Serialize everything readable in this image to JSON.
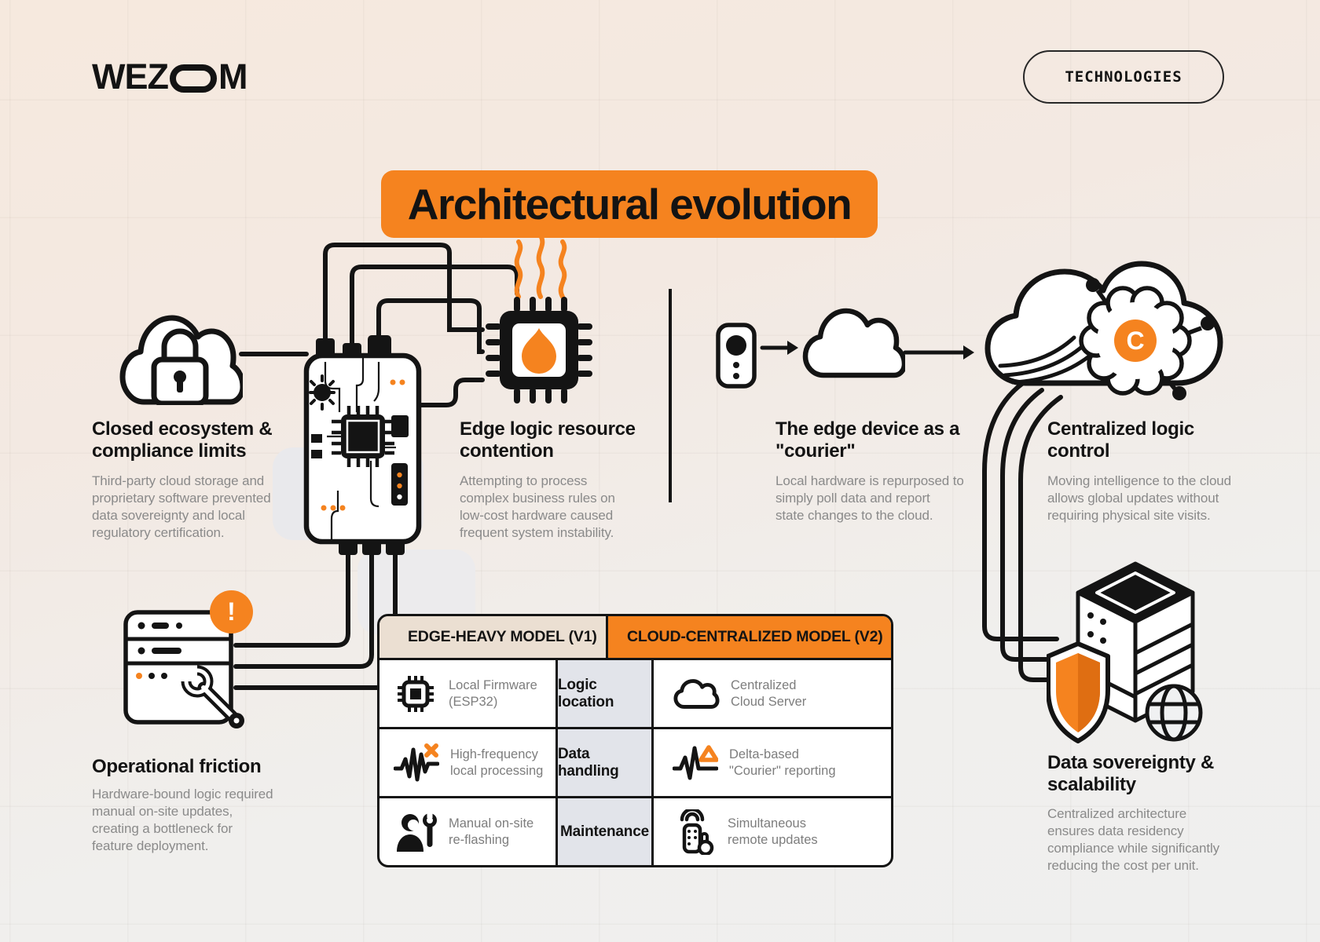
{
  "brand": {
    "full": "WEZOM",
    "left": "WEZ",
    "right": "M"
  },
  "badge": "TECHNOLOGIES",
  "title": "Architectural evolution",
  "colors": {
    "accent": "#F5831F",
    "ink": "#141414",
    "muted": "#8A8A8A",
    "header_beige": "#EBDFD2",
    "label_column": "#E2E4EA"
  },
  "sections": {
    "closed_ecosystem": {
      "icon": "cloud-lock-icon",
      "heading": "Closed ecosystem &\ncompliance limits",
      "body": "Third-party cloud storage and\nproprietary software prevented\ndata sovereignty and local\nregulatory certification."
    },
    "edge_logic": {
      "icon": "chip-overheat-icon",
      "heading": "Edge logic resource\ncontention",
      "body": "Attempting to process\ncomplex business rules on\nlow-cost hardware caused\nfrequent system instability."
    },
    "courier": {
      "icon": "device-to-cloud-icons",
      "heading": "The edge device as a\n\"courier\"",
      "body": "Local hardware is repurposed to\nsimply poll data and report\nstate changes to the cloud."
    },
    "centralized": {
      "icon": "cloud-brain-icon",
      "brain_badge": "C",
      "heading": "Centralized logic\ncontrol",
      "body": "Moving intelligence to the cloud\nallows global updates without\nrequiring physical site visits."
    },
    "operational_friction": {
      "icon": "window-wrench-icon",
      "warning_mark": "!",
      "heading": "Operational friction",
      "body": "Hardware-bound logic required\nmanual on-site updates,\ncreating a bottleneck for\nfeature deployment."
    },
    "data_sovereignty": {
      "icon": "server-shield-globe-icon",
      "heading": "Data sovereignty &\nscalability",
      "body": "Centralized architecture\nensures data residency\ncompliance while significantly\nreducing the cost per unit."
    }
  },
  "table": {
    "header_v1": "EDGE-HEAVY MODEL (V1)",
    "header_v2": "CLOUD-CENTRALIZED MODEL (V2)",
    "rows": [
      {
        "label": "Logic location",
        "v1_icon": "chip-icon",
        "v1": "Local Firmware\n(ESP32)",
        "v2_icon": "cloud-icon",
        "v2": "Centralized\nCloud Server"
      },
      {
        "label": "Data handling",
        "v1_icon": "waveform-error-icon",
        "v1": "High-frequency\nlocal processing",
        "v2_icon": "waveform-delta-icon",
        "v2": "Delta-based\n\"Courier\" reporting"
      },
      {
        "label": "Maintenance",
        "v1_icon": "technician-icon",
        "v1": "Manual on-site\nre-flashing",
        "v2_icon": "remote-update-icon",
        "v2": "Simultaneous\nremote updates"
      }
    ]
  }
}
